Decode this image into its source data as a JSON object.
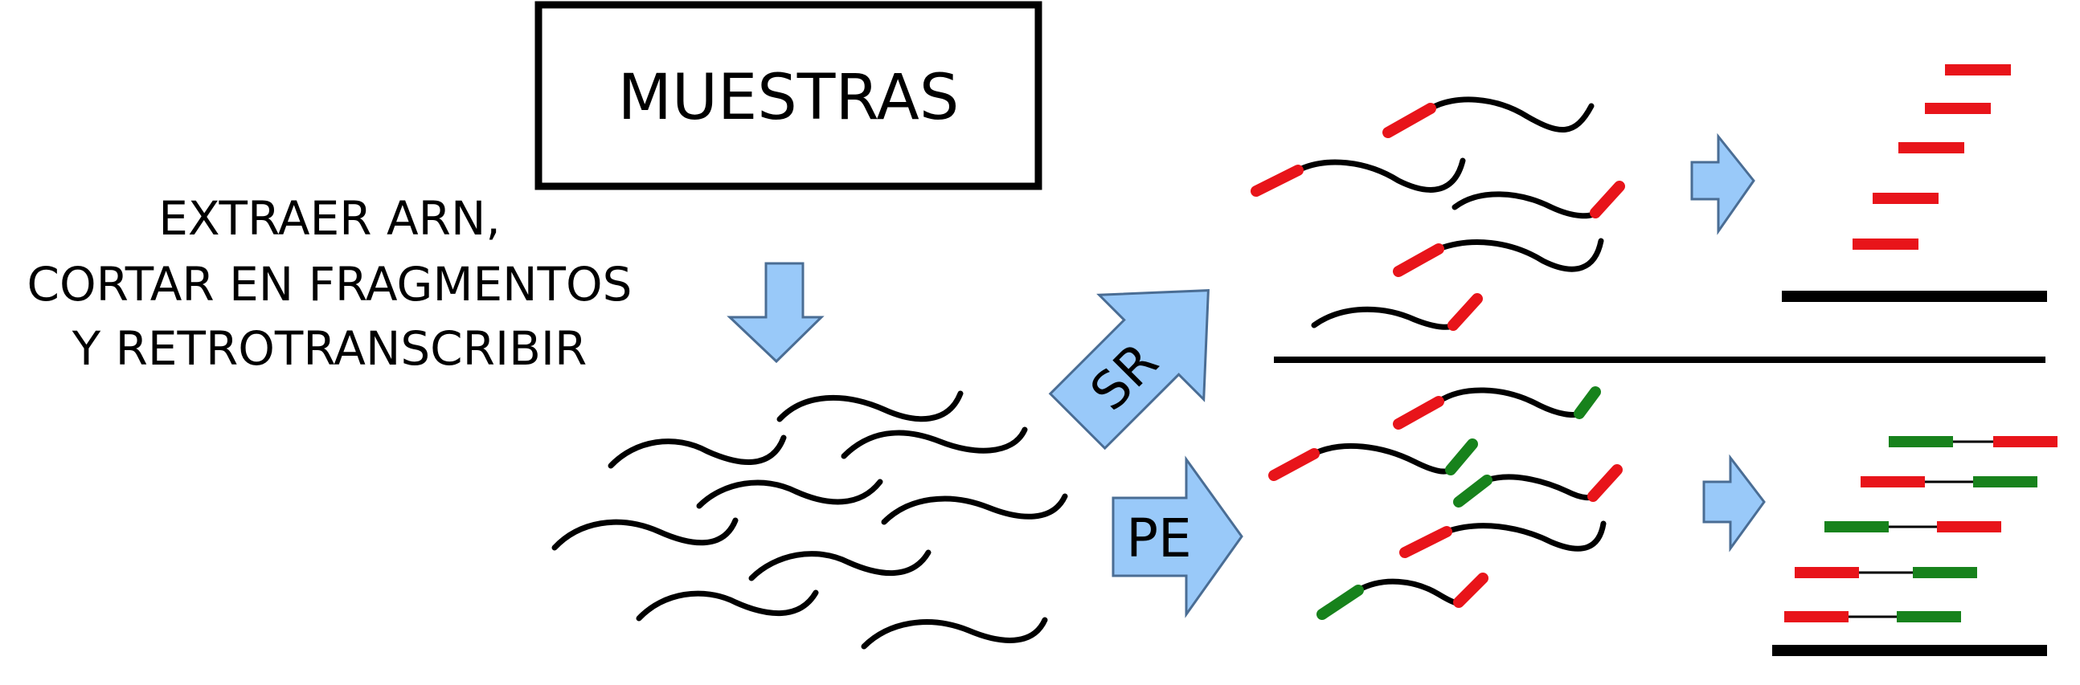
{
  "samples_box": {
    "label": "MUESTRAS"
  },
  "instructions": {
    "line1": "EXTRAER ARN,",
    "line2": "CORTAR EN FRAGMENTOS",
    "line3": "Y RETROTRANSCRIBIR"
  },
  "arrows": {
    "single_read_label": "SR",
    "paired_end_label": "PE"
  },
  "colors": {
    "arrow_fill": "#99c9f9",
    "arrow_stroke": "#4a6d94",
    "read_red": "#e8141a",
    "read_green": "#17821c",
    "line": "#000000"
  },
  "icons": {
    "arrow_down": "arrow-down-icon",
    "arrow_right": "arrow-right-icon",
    "arrow_up_right": "arrow-up-right-icon"
  }
}
